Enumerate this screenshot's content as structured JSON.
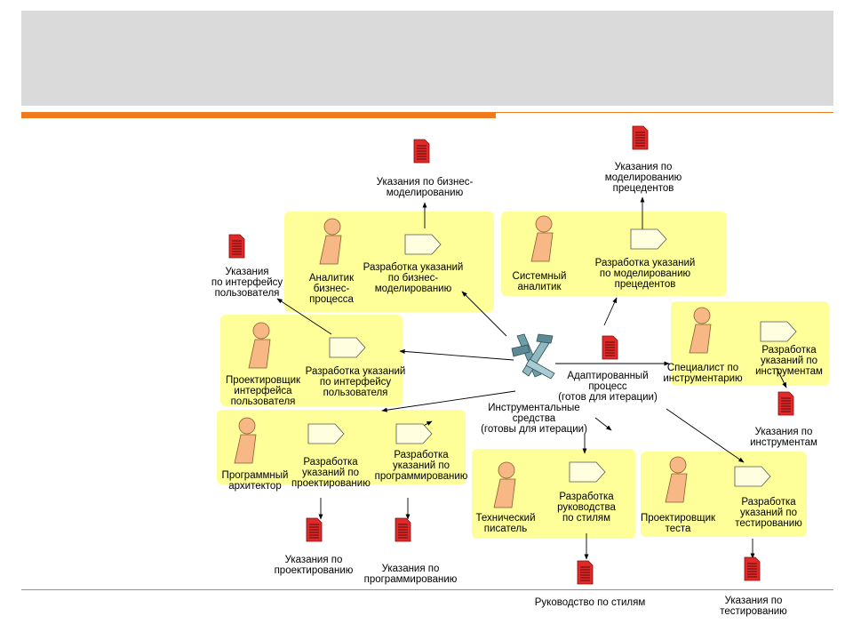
{
  "labels": {
    "guidelines_business_modeling_doc": "Указания по бизнес-\nмоделированию",
    "guidelines_usecase_doc": "Указания по\nмоделированию\nпрецедентов",
    "guidelines_ui_doc": "Указания\nпо интерфейсу\nпользователя",
    "business_analyst": "Аналитик\nбизнес-\nпроцесса",
    "develop_business_guidelines": "Разработка указаний\nпо бизнес-\nмоделированию",
    "system_analyst": "Системный\nаналитик",
    "develop_usecase_guidelines": "Разработка указаний\nпо моделированию\nпрецедентов",
    "ui_designer": "Проектировщик\nинтерфейса\nпользователя",
    "develop_ui_guidelines": "Разработка указаний\nпо интерфейсу\nпользователя",
    "tool_specialist": "Специалист по\nинструментарию",
    "develop_tool_guidelines": "Разработка\nуказаний по\nинструментам",
    "tool_guidelines_doc": "Указания по\nинструментам",
    "tailored_process": "Адаптированный\nпроцесс\n(готов для итерации)",
    "tools": "Инструментальные\nсредства\n(готовы для итерации)",
    "software_architect": "Программный\nархитектор",
    "develop_design_guidelines": "Разработка\nуказаний по\nпроектированию",
    "develop_programming_guidelines": "Разработка\nуказаний по\nпрограммированию",
    "design_guidelines_doc": "Указания по\nпроектированию",
    "programming_guidelines_doc": "Указания по\nпрограммированию",
    "technical_writer": "Технический\nписатель",
    "develop_style_guide": "Разработка\nруководства\nпо стилям",
    "style_guide_doc": "Руководство по стилям",
    "test_designer": "Проектировщик\nтеста",
    "develop_test_guidelines": "Разработка\nуказаний по\nтестированию",
    "test_guidelines_doc": "Указания по\nтестированию"
  },
  "colors": {
    "accent": "#f07a1e",
    "header": "#dadada",
    "group_fill": "#ffff99",
    "worker_fill": "#f8b885",
    "activity_fill": "#ffffe0",
    "document_fill": "#e02a2a"
  }
}
